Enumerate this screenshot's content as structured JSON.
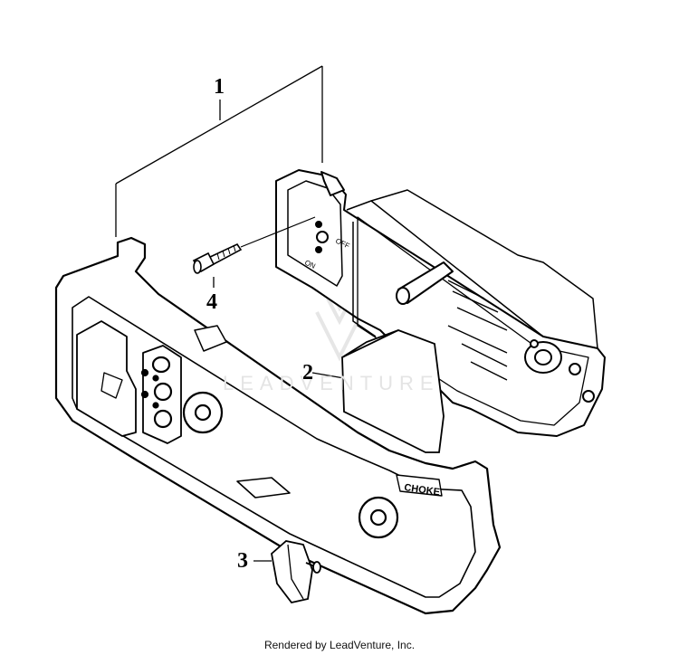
{
  "callouts": [
    {
      "id": "1",
      "label": "1"
    },
    {
      "id": "2",
      "label": "2"
    },
    {
      "id": "3",
      "label": "3"
    },
    {
      "id": "4",
      "label": "4"
    }
  ],
  "panel_markings": {
    "choke": "CHOKE",
    "on": "ON",
    "off": "OFF"
  },
  "watermark": "LEADVENTURE",
  "footer": "Rendered by LeadVenture, Inc.",
  "colors": {
    "line": "#000000",
    "watermark": "#e4e4e4"
  }
}
